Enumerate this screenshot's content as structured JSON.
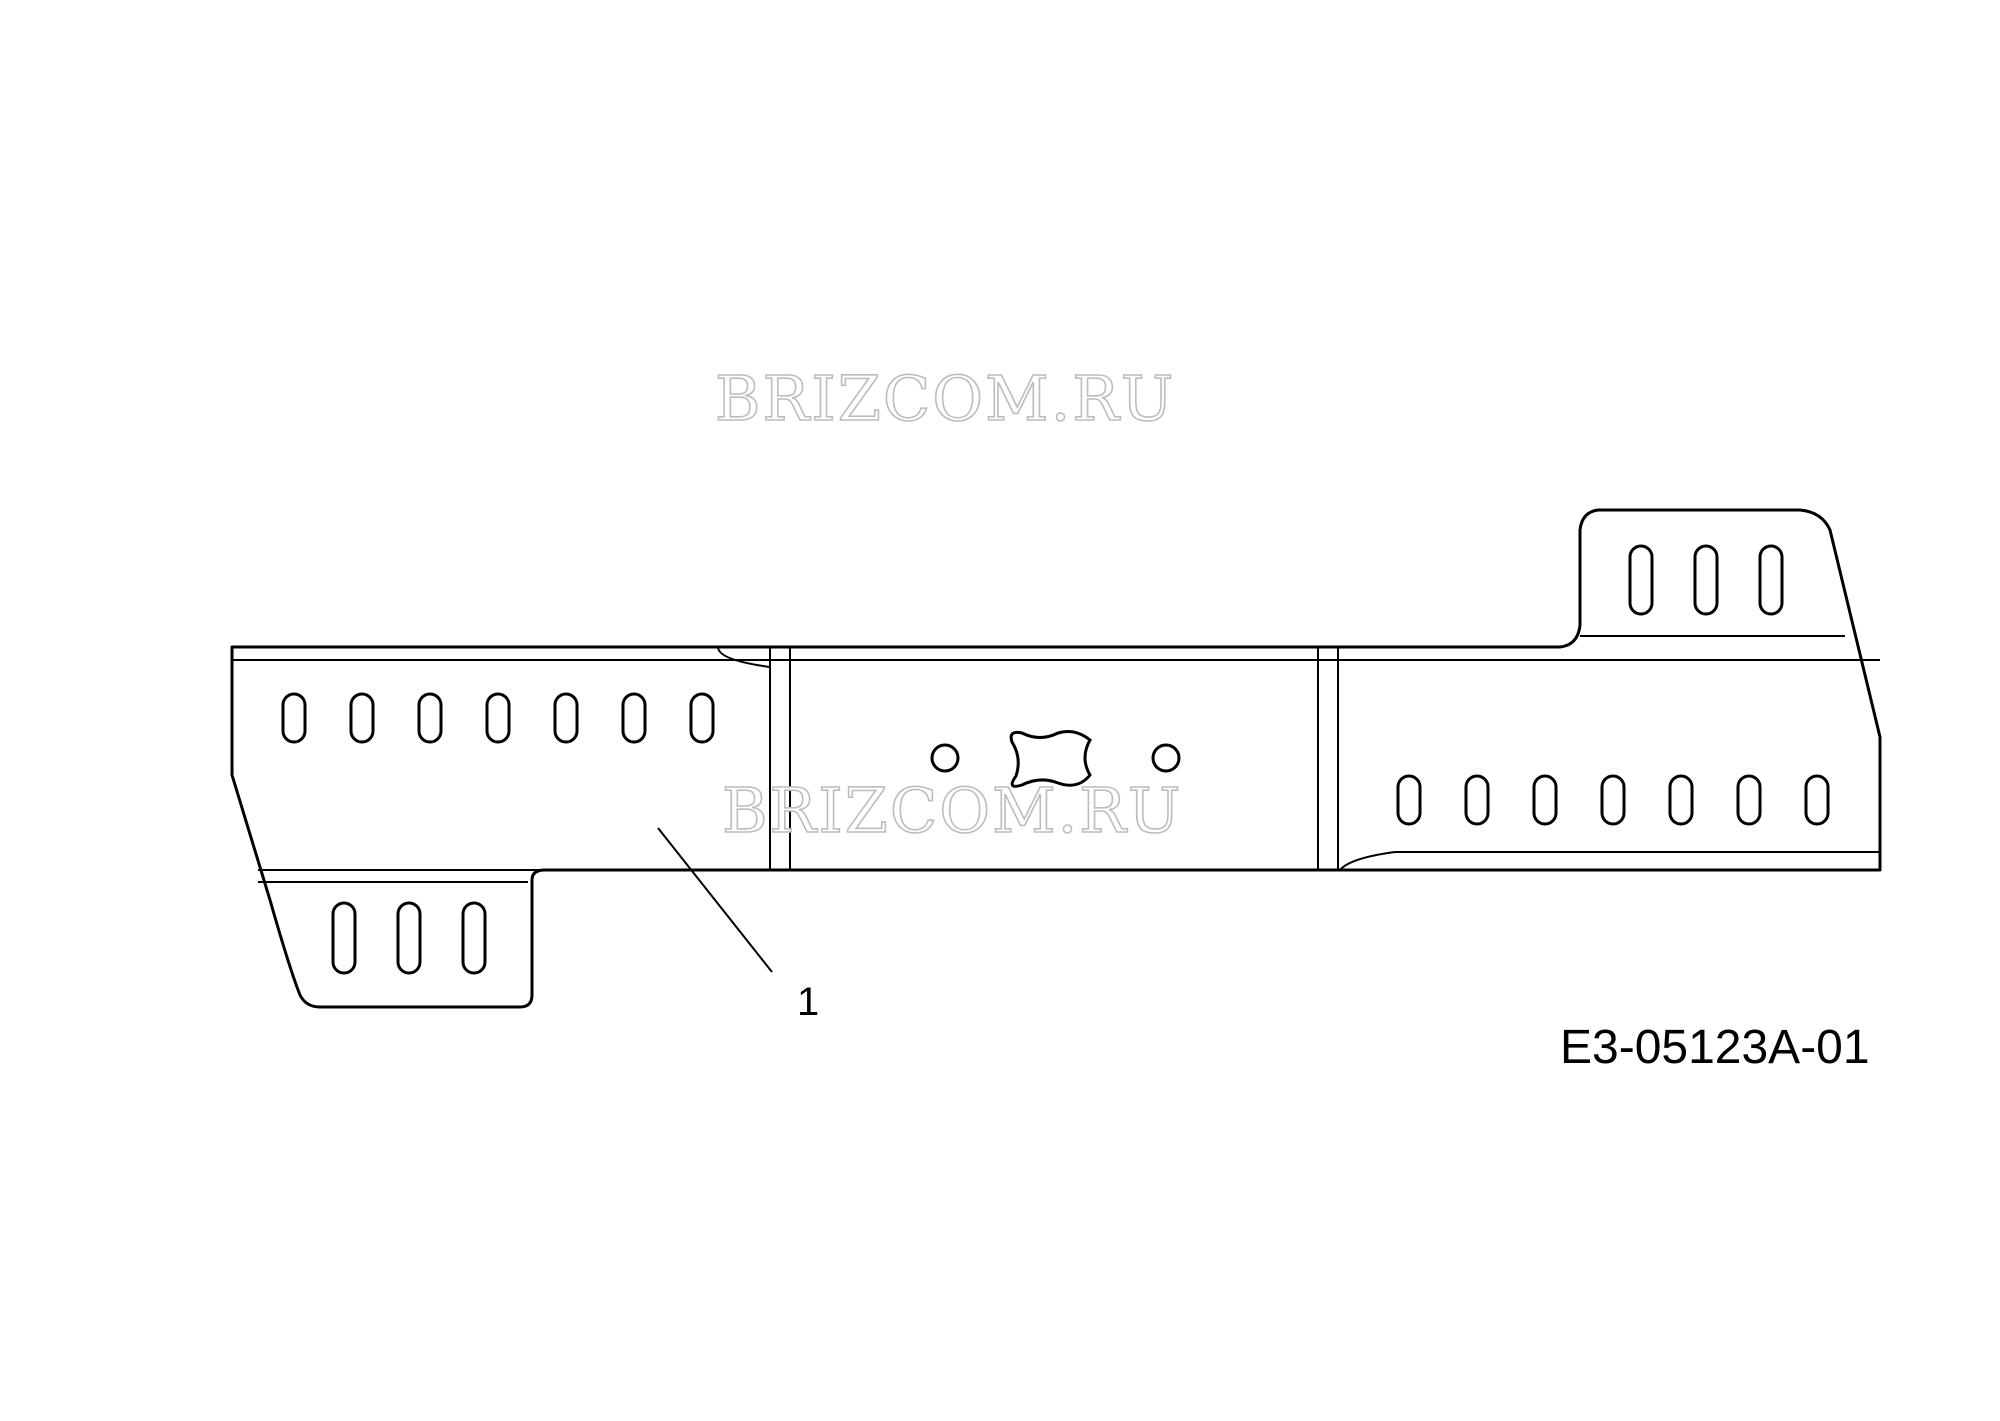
{
  "watermark": {
    "text_top": "BRIZCOM.RU",
    "text_middle": "BRIZCOM.RU"
  },
  "callouts": [
    {
      "label": "1"
    }
  ],
  "part_code": "E3-05123A-01"
}
